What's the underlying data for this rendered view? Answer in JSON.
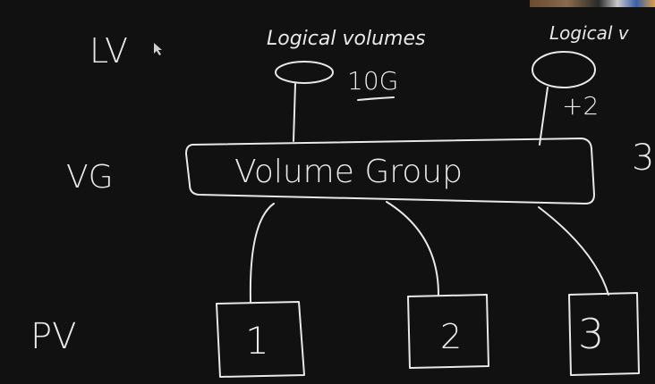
{
  "labels": {
    "lv": "LV",
    "vg": "VG",
    "pv": "PV",
    "logical_volumes": "Logical volumes",
    "logical_volumes_2": "Logical v",
    "lv_size_1": "10G",
    "lv_size_2": "+2",
    "volume_group": "Volume Group",
    "edge_number": "3"
  },
  "physical_volumes": [
    {
      "label": "1"
    },
    {
      "label": "2"
    },
    {
      "label": "3"
    }
  ],
  "colors": {
    "background": "#111111",
    "ink": "#e8e8e8"
  }
}
